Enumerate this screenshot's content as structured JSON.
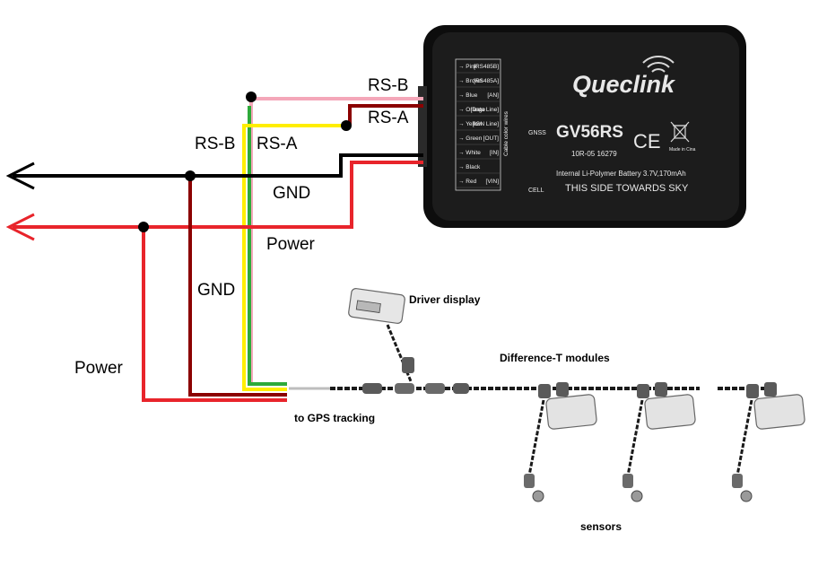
{
  "colors": {
    "pink": "#f4a7b9",
    "dark_red": "#8b0000",
    "yellow": "#ffee00",
    "green": "#2eaa3a",
    "black": "#000000",
    "red": "#e8242b",
    "device_body": "#1c1c1c"
  },
  "labels": {
    "rs_b_top": "RS-B",
    "rs_a_top": "RS-A",
    "rs_b_left": "RS-B",
    "rs_a_left": "RS-A",
    "gnd_top": "GND",
    "power_top": "Power",
    "gnd_left": "GND",
    "power_left": "Power",
    "to_gps": "to GPS tracking",
    "driver_display": "Driver display",
    "difference_t": "Difference-T modules",
    "sensors": "sensors"
  },
  "device": {
    "brand": "Queclink",
    "model": "GV56RS",
    "serial": "10R-05 16279",
    "battery": "Internal Li-Polymer Battery 3.7V,170mAh",
    "orientation": "THIS SIDE TOWARDS SKY",
    "gnss": "GNSS",
    "cell": "CELL",
    "cable_note": "Cable color wires",
    "made_in": "Made in Cina",
    "ce_mark": "CE",
    "pins": [
      {
        "color": "Pink",
        "tag": "RS485B"
      },
      {
        "color": "Brown",
        "tag": "RS485A"
      },
      {
        "color": "Blue",
        "tag": "AN"
      },
      {
        "color": "Orange",
        "tag": "Data Line"
      },
      {
        "color": "Yellow",
        "tag": "IGN Line"
      },
      {
        "color": "Green",
        "tag": "OUT"
      },
      {
        "color": "White",
        "tag": "IN"
      },
      {
        "color": "Black",
        "tag": ""
      },
      {
        "color": "Red",
        "tag": "VIN"
      }
    ]
  }
}
